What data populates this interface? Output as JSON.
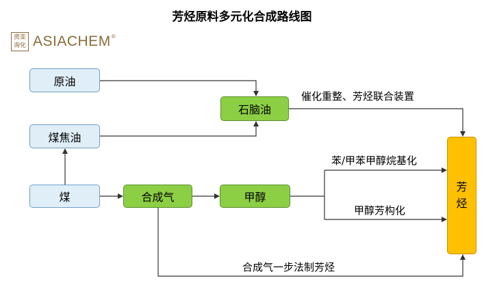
{
  "title": "芳烃原料多元化合成路线图",
  "logo": {
    "seal_chars": "资亚询化",
    "brand": "ASIACHEM",
    "mark": "®"
  },
  "nodes": {
    "crude_oil": "原油",
    "coal_tar": "煤焦油",
    "coal": "煤",
    "syngas": "合成气",
    "methanol": "甲醇",
    "naphtha": "石脑油",
    "aromatics_top": "芳",
    "aromatics_bottom": "烃"
  },
  "route_labels": {
    "reforming": "催化重整、芳烃联合装置",
    "alkylation": "苯/甲苯甲醇烷基化",
    "mta": "甲醇芳构化",
    "one_step": "合成气一步法制芳烃"
  },
  "colors": {
    "blue_fill": "#dfeef7",
    "green_fill": "#8ccf45",
    "orange_fill": "#ffc000"
  }
}
